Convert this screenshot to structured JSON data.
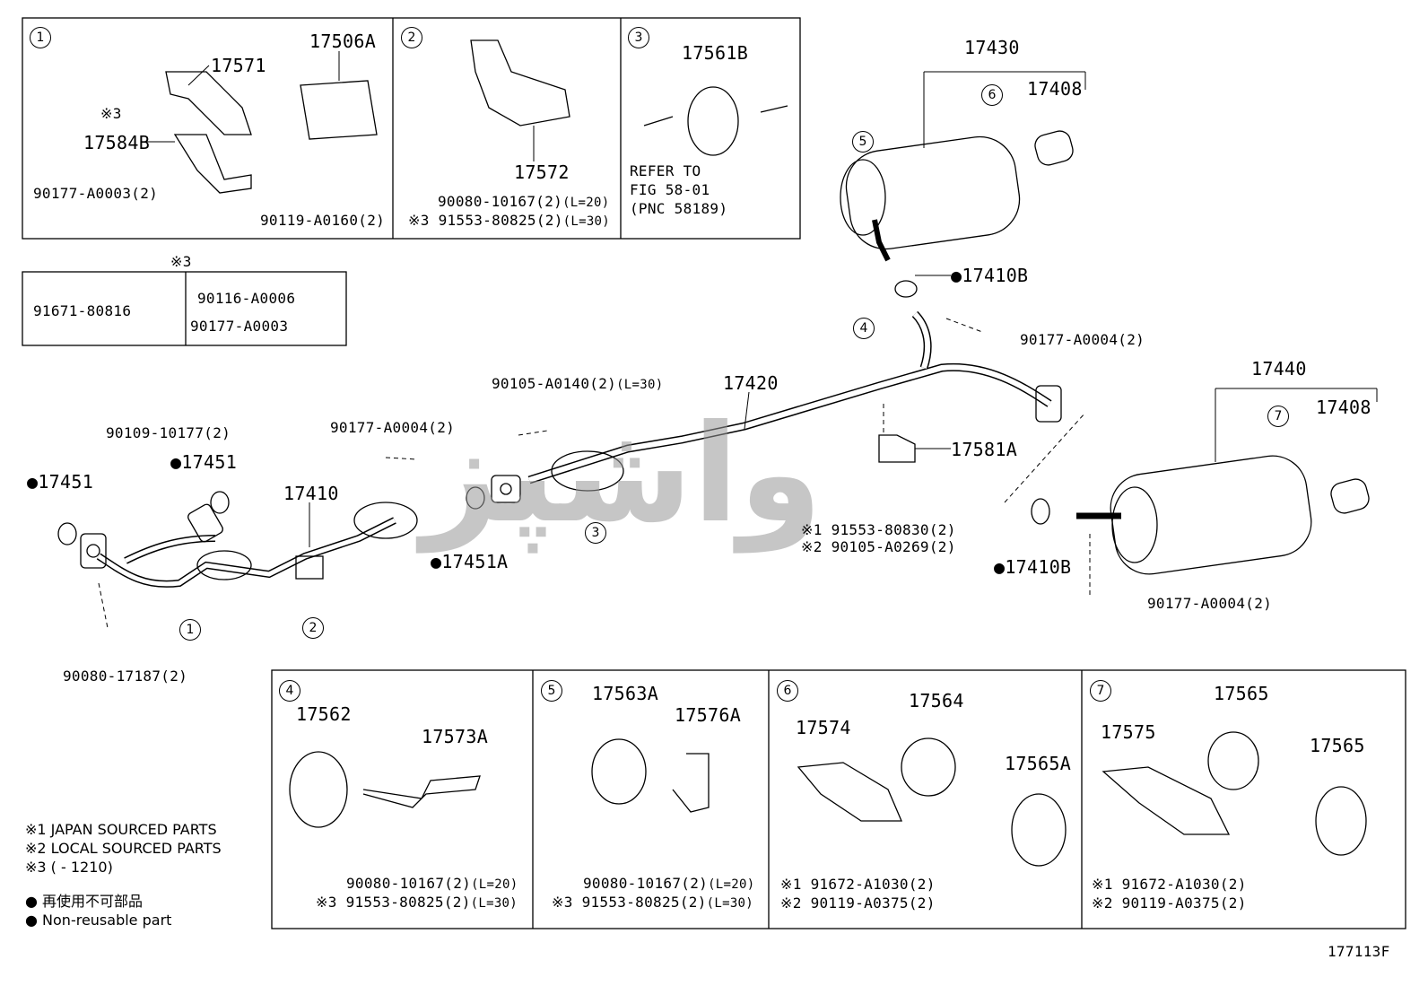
{
  "figure_id": "177113F",
  "watermark": "واشپز",
  "callouts": [
    "1",
    "2",
    "3",
    "4",
    "5",
    "6",
    "7"
  ],
  "mark_x3": "※3",
  "box1": {
    "p1": "17571",
    "p2": "17506A",
    "p3": "17584B",
    "p4": "※3",
    "p5": "90177-A0003(2)",
    "p6": "90119-A0160(2)"
  },
  "box2": {
    "p1": "17572",
    "p2": "90080-10167(2)",
    "p2s": "(L=20)",
    "p3": "※3 91553-80825(2)",
    "p3s": "(L=30)"
  },
  "box3": {
    "p1": "17561B",
    "r1": "REFER TO",
    "r2": "FIG 58-01",
    "r3": "(PNC 58189)"
  },
  "x3box": {
    "p1": "91671-80816",
    "p2": "90116-A0006",
    "p3": "90177-A0003"
  },
  "main": {
    "p17430": "17430",
    "p17408a": "17408",
    "p17410b_top": "●17410B",
    "p90177_top": "90177-A0004(2)",
    "p17420": "17420",
    "p90105": "90105-A0140(2)",
    "p90105s": "(L=30)",
    "p90177_mid": "90177-A0004(2)",
    "p17440": "17440",
    "p17408b": "17408",
    "p17581a": "17581A",
    "p91553_830": "※1 91553-80830(2)",
    "p90105_269": "※2 90105-A0269(2)",
    "p17410b_bot": "●17410B",
    "p90177_bot": "90177-A0004(2)",
    "p90109": "90109-10177(2)",
    "p17451a": "●17451",
    "p17451b": "●17451",
    "p17410": "17410",
    "p17451A": "●17451A",
    "p90080_187": "90080-17187(2)"
  },
  "box4": {
    "p1": "17562",
    "p2": "17573A",
    "p3": "90080-10167(2)",
    "p3s": "(L=20)",
    "p4": "※3 91553-80825(2)",
    "p4s": "(L=30)"
  },
  "box5": {
    "p1": "17563A",
    "p2": "17576A",
    "p3": "90080-10167(2)",
    "p3s": "(L=20)",
    "p4": "※3 91553-80825(2)",
    "p4s": "(L=30)"
  },
  "box6": {
    "p1": "17574",
    "p2": "17564",
    "p3": "17565A",
    "p4": "※1 91672-A1030(2)",
    "p5": "※2 90119-A0375(2)"
  },
  "box7": {
    "p1": "17575",
    "p2": "17565",
    "p3": "17565",
    "p4": "※1 91672-A1030(2)",
    "p5": "※2 90119-A0375(2)"
  },
  "legend": {
    "n1": "※1 JAPAN SOURCED PARTS",
    "n2": "※2 LOCAL SOURCED PARTS",
    "n3": "※3 (        - 1210)",
    "n4": "● 再使用不可部品",
    "n5": "● Non-reusable part"
  }
}
